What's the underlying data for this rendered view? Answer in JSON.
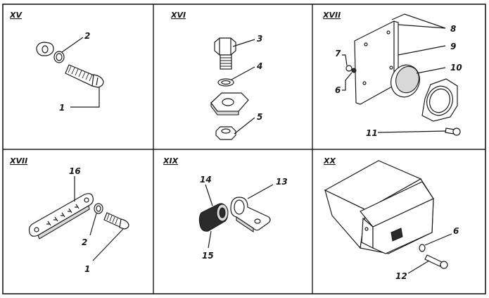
{
  "panels": [
    {
      "id": "XV",
      "label": "XV",
      "callouts": [
        "2",
        "1"
      ]
    },
    {
      "id": "XVI",
      "label": "XVI",
      "callouts": [
        "3",
        "4",
        "5"
      ]
    },
    {
      "id": "XVII",
      "label": "XVII",
      "callouts": [
        "8",
        "9",
        "10",
        "7",
        "6",
        "11"
      ]
    },
    {
      "id": "XVIII",
      "label": "XVII",
      "callouts": [
        "16",
        "2",
        "1"
      ]
    },
    {
      "id": "XIX",
      "label": "XIX",
      "callouts": [
        "14",
        "13",
        "15"
      ]
    },
    {
      "id": "XX",
      "label": "XX",
      "callouts": [
        "6",
        "12"
      ]
    }
  ]
}
